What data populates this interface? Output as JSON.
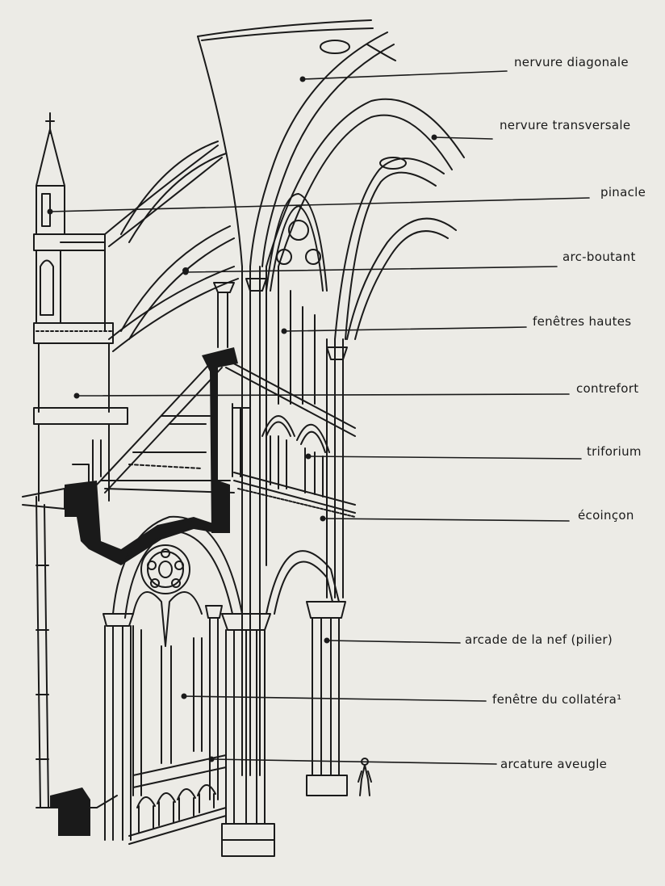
{
  "labels": [
    {
      "id": "nervure-diagonale",
      "text": "nervure diagonale"
    },
    {
      "id": "nervure-transversale",
      "text": "nervure transversale"
    },
    {
      "id": "pinacle",
      "text": "pinacle"
    },
    {
      "id": "arc-boutant",
      "text": "arc-boutant"
    },
    {
      "id": "fenetres-hautes",
      "text": "fenêtres hautes"
    },
    {
      "id": "contrefort",
      "text": "contrefort"
    },
    {
      "id": "triforium",
      "text": "triforium"
    },
    {
      "id": "ecoincon",
      "text": "écoinçon"
    },
    {
      "id": "arcade-nef",
      "text": "arcade de la nef (pilier)"
    },
    {
      "id": "fenetre-collateral",
      "text": "fenêtre du collatéra¹"
    },
    {
      "id": "arcature-aveugle",
      "text": "arcature aveugle"
    }
  ],
  "colors": {
    "ink": "#1a1a1a",
    "paper": "#ecebe6"
  }
}
